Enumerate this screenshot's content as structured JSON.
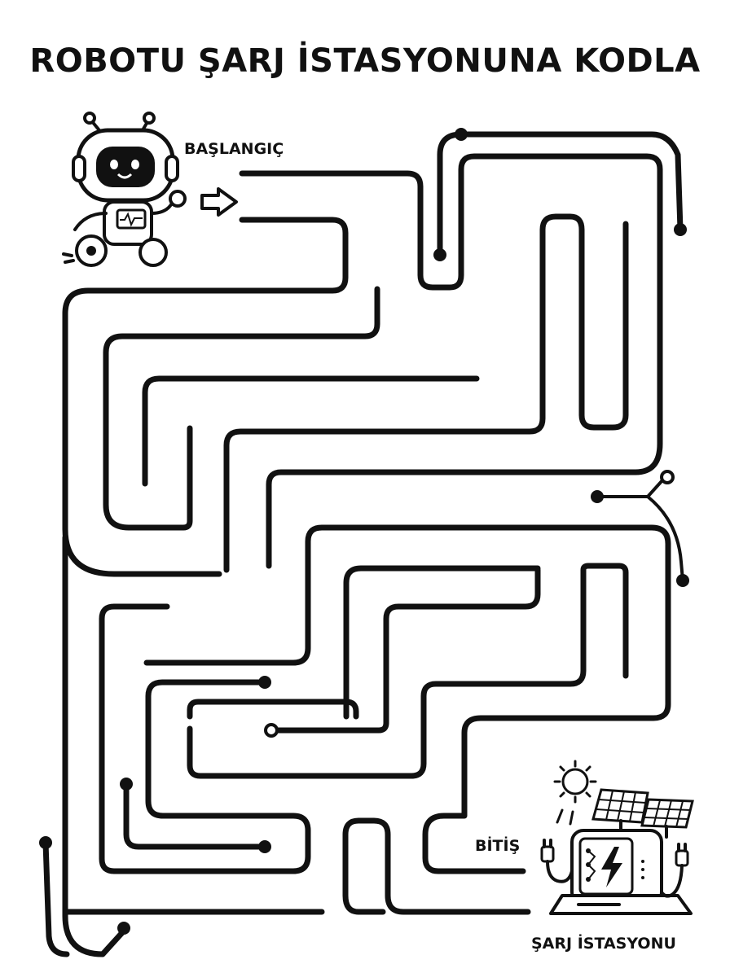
{
  "title": "ROBOTU ŞARJ İSTASYONUNA KODLA",
  "labels": {
    "start": "BAŞLANGIÇ",
    "finish": "BİTİŞ",
    "station": "ŞARJ İSTASYONU"
  },
  "icons": [
    "robot-icon",
    "arrow-right-icon",
    "sun-icon",
    "solar-panel-icon",
    "charging-station-icon",
    "plug-icon",
    "lightning-icon"
  ],
  "colors": {
    "ink": "#111111",
    "paper": "#ffffff"
  }
}
